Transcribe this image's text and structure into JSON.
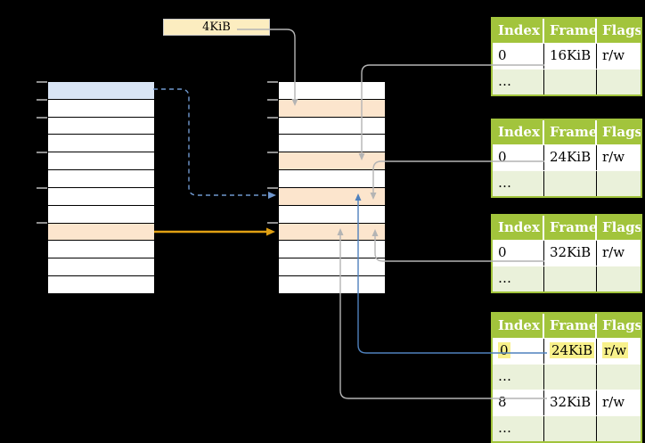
{
  "frame_size_label": "4KiB",
  "memory_arrays": {
    "virtual": {
      "rows": [
        "blue",
        "",
        "",
        "",
        "",
        "",
        "",
        "",
        "orange",
        "",
        "",
        ""
      ],
      "tick_boundaries": [
        0,
        1,
        2,
        4,
        6,
        8
      ]
    },
    "physical": {
      "rows": [
        "",
        "orange",
        "",
        "",
        "orange",
        "",
        "orange",
        "",
        "orange",
        "",
        "",
        ""
      ],
      "tick_boundaries": [
        0,
        1,
        2,
        4,
        6,
        8
      ]
    }
  },
  "page_tables": [
    {
      "columns": [
        "Index",
        "Frame",
        "Flags"
      ],
      "rows": [
        {
          "cells": [
            "0",
            "16KiB",
            "r/w"
          ],
          "style": "white",
          "highlight": false
        },
        {
          "cells": [
            "…",
            "",
            ""
          ],
          "style": "green",
          "highlight": false
        }
      ]
    },
    {
      "columns": [
        "Index",
        "Frame",
        "Flags"
      ],
      "rows": [
        {
          "cells": [
            "0",
            "24KiB",
            "r/w"
          ],
          "style": "white",
          "highlight": false
        },
        {
          "cells": [
            "…",
            "",
            ""
          ],
          "style": "green",
          "highlight": false
        }
      ]
    },
    {
      "columns": [
        "Index",
        "Frame",
        "Flags"
      ],
      "rows": [
        {
          "cells": [
            "0",
            "32KiB",
            "r/w"
          ],
          "style": "white",
          "highlight": false
        },
        {
          "cells": [
            "…",
            "",
            ""
          ],
          "style": "green",
          "highlight": false
        }
      ]
    },
    {
      "columns": [
        "Index",
        "Frame",
        "Flags"
      ],
      "rows": [
        {
          "cells": [
            "0",
            "24KiB",
            "r/w"
          ],
          "style": "white",
          "highlight": true
        },
        {
          "cells": [
            "…",
            "",
            ""
          ],
          "style": "green",
          "highlight": false
        },
        {
          "cells": [
            "8",
            "32KiB",
            "r/w"
          ],
          "style": "white",
          "highlight": false
        },
        {
          "cells": [
            "…",
            "",
            ""
          ],
          "style": "green",
          "highlight": false
        }
      ]
    }
  ],
  "colors": {
    "connector_gray": "#b4b4b4",
    "connector_blue": "#4f81bd",
    "dashed_blue": "#6f97cd",
    "arrow_orange": "#e0a013",
    "table_green": "#a2c43c",
    "table_row_green": "#eaf1da",
    "highlight_yellow": "#f8f18c",
    "row_blue": "#d9e5f5",
    "row_orange": "#fce5cd"
  }
}
